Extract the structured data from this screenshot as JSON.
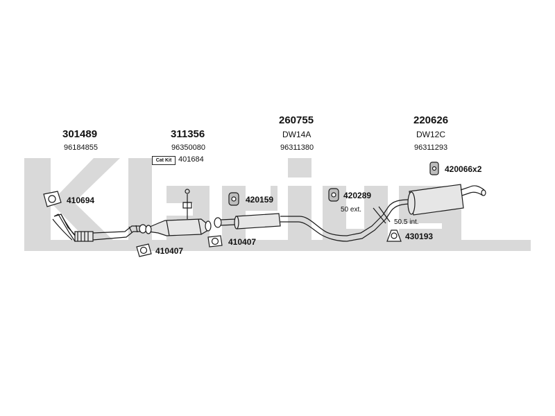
{
  "watermark": {
    "text": "Klarius",
    "color": "#d9d9d9"
  },
  "colors": {
    "line": "#1a1a1a",
    "part_fill": "#e6e6e6",
    "part_fill_dark": "#bdbdbd"
  },
  "groups": [
    {
      "id": "front",
      "part_number": "301489",
      "sub_number": "96184855"
    },
    {
      "id": "cat",
      "part_number": "311356",
      "sub_number": "96350080"
    },
    {
      "id": "middle",
      "part_number": "260755",
      "code": "DW14A",
      "sub_number": "96311380"
    },
    {
      "id": "rear",
      "part_number": "220626",
      "code": "DW12C",
      "sub_number": "96311293"
    }
  ],
  "catkit": {
    "label": "Cat Kit",
    "number": "401684"
  },
  "fittings": [
    {
      "id": "gasket-front",
      "number": "410694"
    },
    {
      "id": "gasket-cat-front",
      "number": "410407"
    },
    {
      "id": "gasket-cat-rear",
      "number": "410407"
    },
    {
      "id": "rubber-mount-1",
      "number": "420159"
    },
    {
      "id": "rubber-mount-2",
      "number": "420289"
    },
    {
      "id": "rubber-mount-3",
      "number": "420066x2"
    },
    {
      "id": "clamp",
      "number": "430193"
    }
  ],
  "measurements": {
    "ext": "50 ext.",
    "int": "50.5 int."
  }
}
